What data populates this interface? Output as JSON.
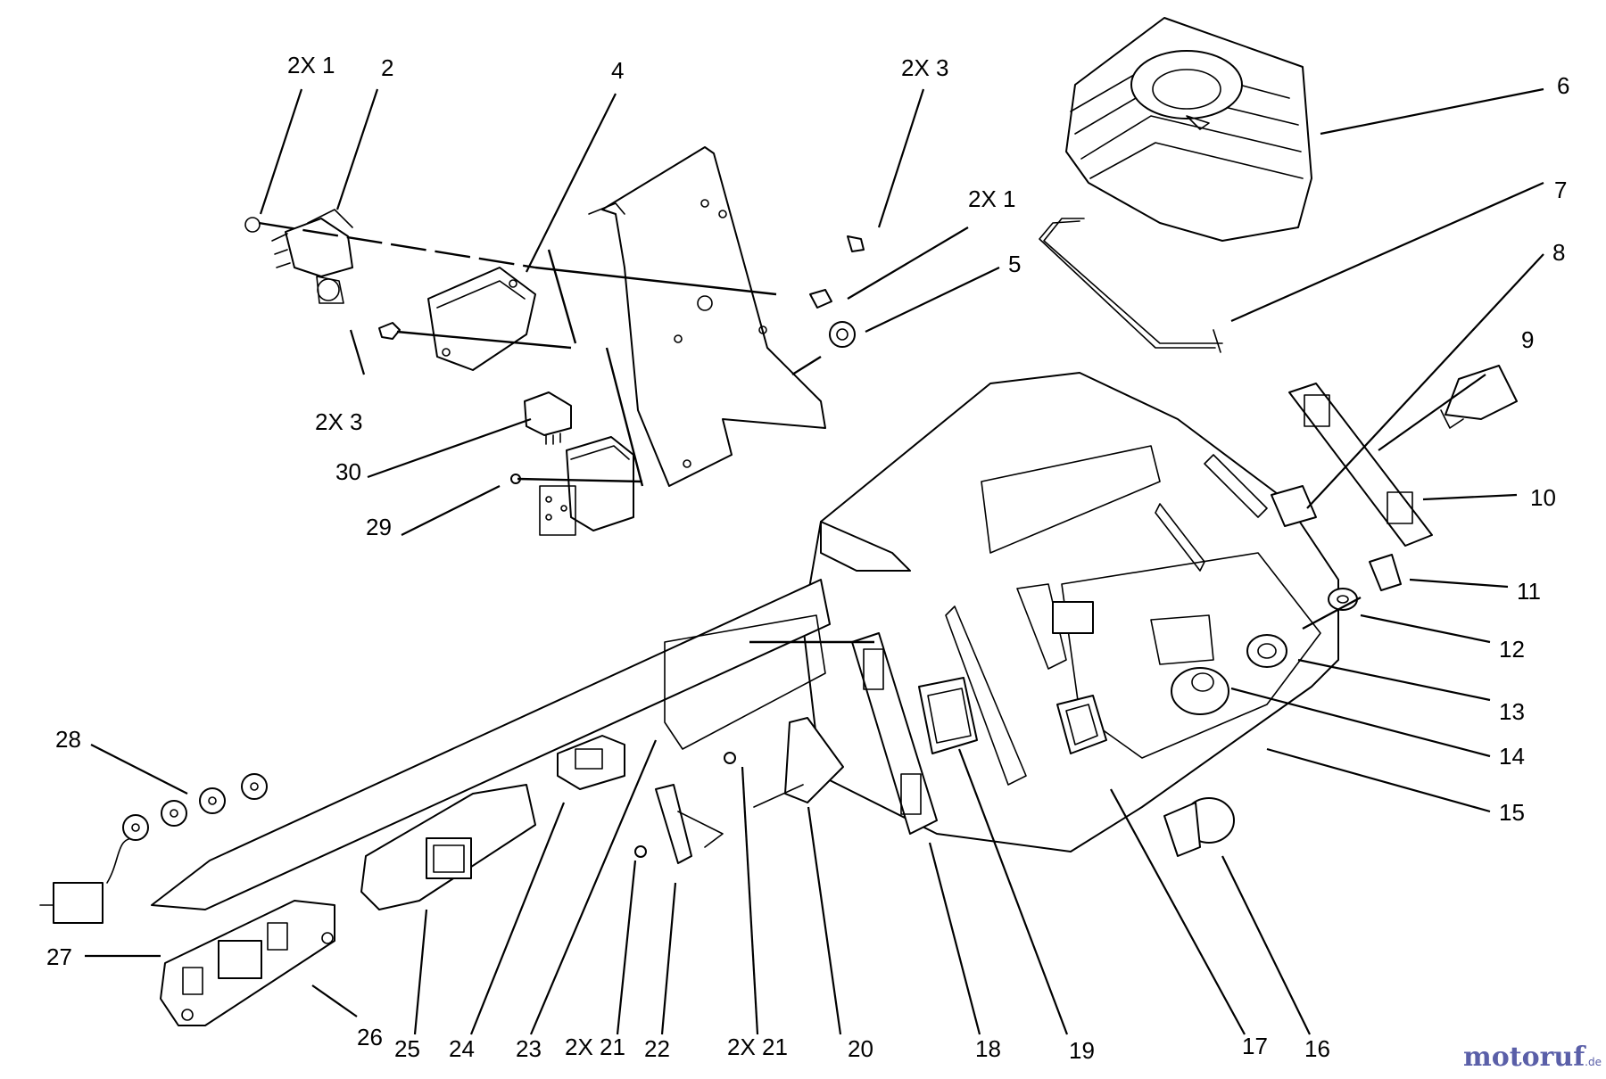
{
  "callouts": [
    {
      "id": "c-2x1-top",
      "label": "2X 1"
    },
    {
      "id": "c-2",
      "label": "2"
    },
    {
      "id": "c-4",
      "label": "4"
    },
    {
      "id": "c-2x3-top",
      "label": "2X 3"
    },
    {
      "id": "c-6",
      "label": "6"
    },
    {
      "id": "c-2x1-right",
      "label": "2X 1"
    },
    {
      "id": "c-7",
      "label": "7"
    },
    {
      "id": "c-5",
      "label": "5"
    },
    {
      "id": "c-8",
      "label": "8"
    },
    {
      "id": "c-9",
      "label": "9"
    },
    {
      "id": "c-2x3-left",
      "label": "2X 3"
    },
    {
      "id": "c-30",
      "label": "30"
    },
    {
      "id": "c-29",
      "label": "29"
    },
    {
      "id": "c-10",
      "label": "10"
    },
    {
      "id": "c-11",
      "label": "11"
    },
    {
      "id": "c-12",
      "label": "12"
    },
    {
      "id": "c-13",
      "label": "13"
    },
    {
      "id": "c-14",
      "label": "14"
    },
    {
      "id": "c-15",
      "label": "15"
    },
    {
      "id": "c-28",
      "label": "28"
    },
    {
      "id": "c-27",
      "label": "27"
    },
    {
      "id": "c-26",
      "label": "26"
    },
    {
      "id": "c-25",
      "label": "25"
    },
    {
      "id": "c-24",
      "label": "24"
    },
    {
      "id": "c-23",
      "label": "23"
    },
    {
      "id": "c-2x21-a",
      "label": "2X 21"
    },
    {
      "id": "c-22",
      "label": "22"
    },
    {
      "id": "c-2x21-b",
      "label": "2X 21"
    },
    {
      "id": "c-20",
      "label": "20"
    },
    {
      "id": "c-18",
      "label": "18"
    },
    {
      "id": "c-19",
      "label": "19"
    },
    {
      "id": "c-17",
      "label": "17"
    },
    {
      "id": "c-16",
      "label": "16"
    }
  ],
  "watermark": {
    "brand_main": "motoruf",
    "brand_accent": "",
    "suffix": ".de"
  },
  "colors": {
    "ink": "#000000",
    "background": "#ffffff",
    "watermark_blue": "#5a5fa8",
    "watermark_red": "#c0392b"
  }
}
